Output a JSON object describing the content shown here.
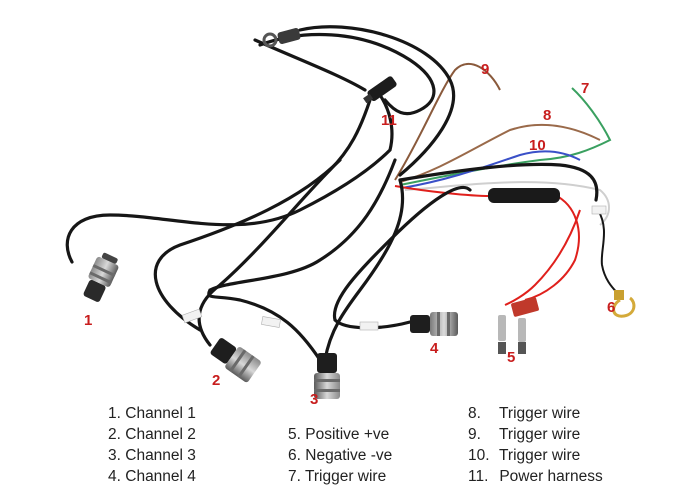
{
  "callouts": {
    "c1": "1",
    "c2": "2",
    "c3": "3",
    "c4": "4",
    "c5": "5",
    "c6": "6",
    "c7": "7",
    "c8": "8",
    "c9": "9",
    "c10": "10",
    "c11": "11"
  },
  "legend": {
    "col1": [
      {
        "num": "1.",
        "label": "Channel 1"
      },
      {
        "num": "2.",
        "label": "Channel 2"
      },
      {
        "num": "3.",
        "label": "Channel 3"
      },
      {
        "num": "4.",
        "label": "Channel 4"
      }
    ],
    "col2": [
      {
        "num": "5.",
        "label": "Positive +ve"
      },
      {
        "num": "6.",
        "label": "Negative -ve"
      },
      {
        "num": "7.",
        "label": "Trigger wire"
      }
    ],
    "col3": [
      {
        "num": "8.",
        "label": "Trigger wire"
      },
      {
        "num": "9.",
        "label": "Trigger wire"
      },
      {
        "num": "10.",
        "label": "Trigger wire"
      },
      {
        "num": "11.",
        "label": "Power harness"
      }
    ]
  },
  "colors": {
    "callout": "#c81e1e",
    "cable": "#161616",
    "wire_red": "#e0201c",
    "wire_brown": "#8a5a3c",
    "wire_green": "#3aa060",
    "wire_blue": "#3a50c8",
    "wire_white": "#e8e8e8"
  }
}
